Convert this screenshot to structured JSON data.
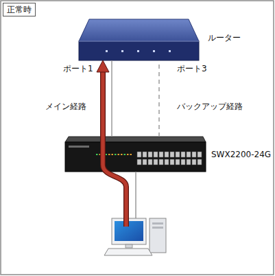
{
  "diagram": {
    "title": "正常時",
    "nodes": [
      {
        "text": [
          "ルーター"
        ]
      },
      {
        "text": [
          "SWX2200-24G"
        ]
      }
    ],
    "edges": [
      {
        "from": 1,
        "to": 0,
        "arrow": "none"
      },
      {
        "from": 1,
        "to": 0,
        "arrow": "none"
      }
    ],
    "labels": [
      "ポート1",
      "ポート3",
      "メイン経路",
      "バックアップ経路"
    ]
  }
}
